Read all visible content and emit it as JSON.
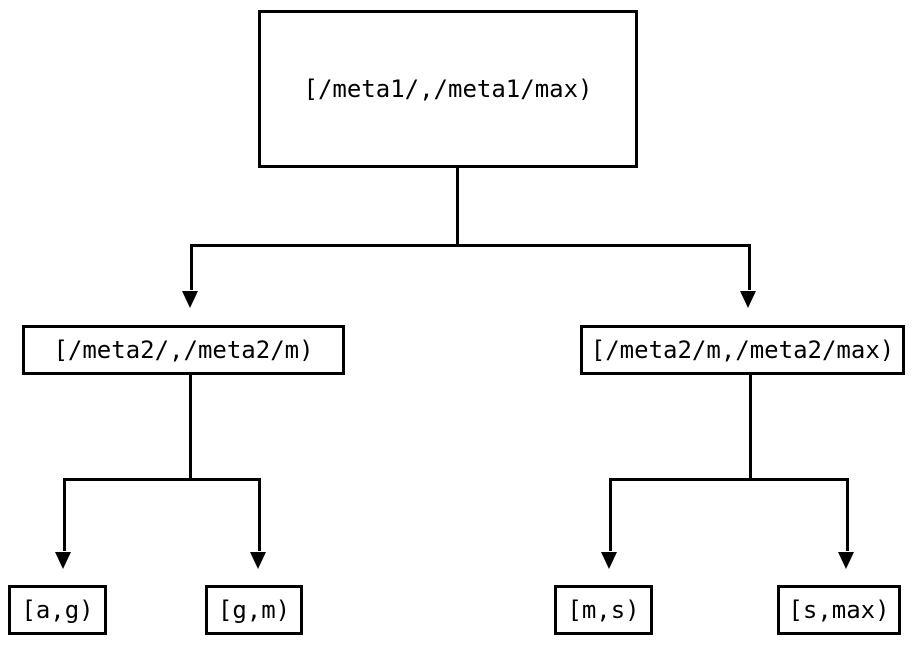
{
  "diagram": {
    "type": "tree",
    "title": "",
    "orientation": "top-down",
    "background_color": "#ffffff",
    "line_color": "#000000",
    "text_color": "#000000",
    "nodes": {
      "root": {
        "label": "[/meta1/,/meta1/max)",
        "level": 0
      },
      "mid_left": {
        "label": "[/meta2/,/meta2/m)",
        "level": 1
      },
      "mid_right": {
        "label": "[/meta2/m,/meta2/max)",
        "level": 1
      },
      "leaf_ag": {
        "label": "[a,g)",
        "level": 2
      },
      "leaf_gm": {
        "label": "[g,m)",
        "level": 2
      },
      "leaf_ms": {
        "label": "[m,s)",
        "level": 2
      },
      "leaf_smax": {
        "label": "[s,max)",
        "level": 2
      }
    },
    "edges": [
      {
        "from": "root",
        "to": "mid_left",
        "arrow": "down-triangle"
      },
      {
        "from": "root",
        "to": "mid_right",
        "arrow": "down-triangle"
      },
      {
        "from": "mid_left",
        "to": "leaf_ag",
        "arrow": "down-triangle"
      },
      {
        "from": "mid_left",
        "to": "leaf_gm",
        "arrow": "down-triangle"
      },
      {
        "from": "mid_right",
        "to": "leaf_ms",
        "arrow": "down-triangle"
      },
      {
        "from": "mid_right",
        "to": "leaf_smax",
        "arrow": "down-triangle"
      }
    ]
  }
}
